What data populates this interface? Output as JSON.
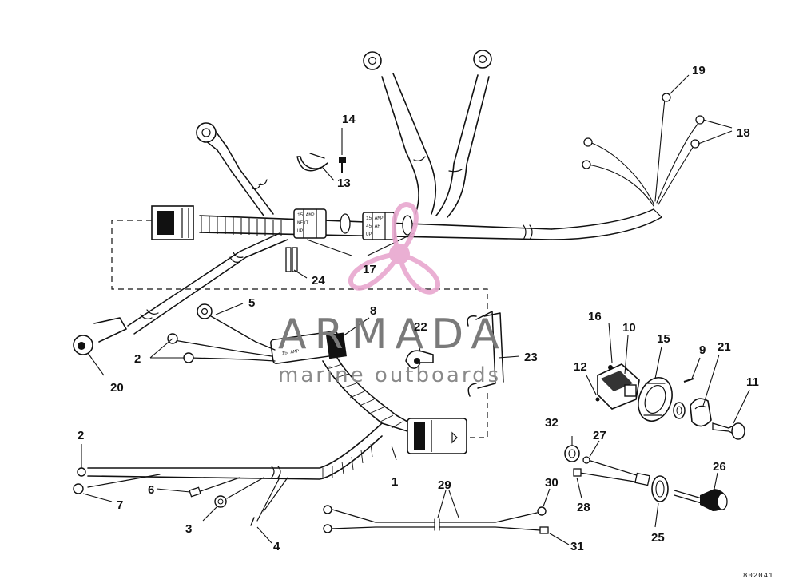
{
  "callouts": {
    "c1": "1",
    "c2a": "2",
    "c2b": "2",
    "c3": "3",
    "c4": "4",
    "c5": "5",
    "c6": "6",
    "c7": "7",
    "c8": "8",
    "c9": "9",
    "c10": "10",
    "c11": "11",
    "c12": "12",
    "c13": "13",
    "c14": "14",
    "c15": "15",
    "c16": "16",
    "c17": "17",
    "c18": "18",
    "c19": "19",
    "c20": "20",
    "c21": "21",
    "c22": "22",
    "c23": "23",
    "c24": "24",
    "c25": "25",
    "c26": "26",
    "c27": "27",
    "c28": "28",
    "c29": "29",
    "c30": "30",
    "c31": "31",
    "c32": "32"
  },
  "sleeve_text": {
    "fuse_a1": "15 AMP",
    "fuse_a2": "NEXT",
    "fuse_a3": "UP",
    "fuse_b1": "15 AMP",
    "fuse_b2": "45 AH",
    "fuse_b3": "UP",
    "relay": "15 AMP"
  },
  "watermark": {
    "title": "ARMADA",
    "subtitle": "marine outboards",
    "color": "#e8a7cf"
  },
  "drawing_code": "802041"
}
